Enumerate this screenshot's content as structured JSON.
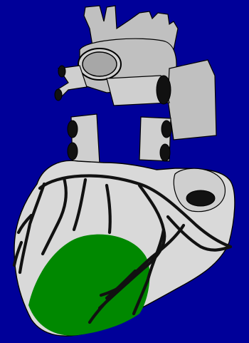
{
  "diagram": {
    "subject": "heart-anterior-view",
    "colors": {
      "background": "#000099",
      "tissue": "#d9d9d9",
      "vessel": "#c0c0c0",
      "vessel_light": "#cfcfcf",
      "lumen": "#111111",
      "outline": "#000000",
      "coronary_artery": "#111111",
      "affected_region": "#008800"
    },
    "parts": [
      "aortic-arch",
      "pulmonary-trunk",
      "superior-vena-cava",
      "pulmonary-veins",
      "ventricles",
      "coronary-arteries",
      "infarct-region"
    ]
  }
}
